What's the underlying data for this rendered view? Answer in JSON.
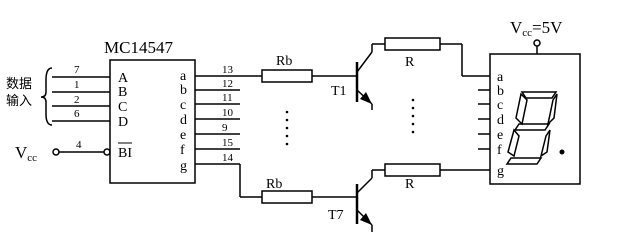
{
  "chip": {
    "name": "MC14547",
    "inputs": [
      "A",
      "B",
      "C",
      "D",
      "BI"
    ],
    "input_pins": [
      "7",
      "1",
      "2",
      "6",
      "4"
    ],
    "outputs": [
      "a",
      "b",
      "c",
      "d",
      "e",
      "f",
      "g"
    ],
    "output_pins": [
      "13",
      "12",
      "11",
      "10",
      "9",
      "15",
      "14"
    ]
  },
  "data_input_label": [
    "数据",
    "输入"
  ],
  "vcc_left": "Vcc",
  "vcc_left_main": "V",
  "vcc_left_sub": "cc",
  "vcc_right_main": "V",
  "vcc_right_sub": "cc",
  "vcc_right_value": "=5V",
  "rb_label": "Rb",
  "r_label": "R",
  "t_top": "T1",
  "t_bottom": "T7",
  "display": {
    "segments": [
      "a",
      "b",
      "c",
      "d",
      "e",
      "f",
      "g"
    ]
  }
}
